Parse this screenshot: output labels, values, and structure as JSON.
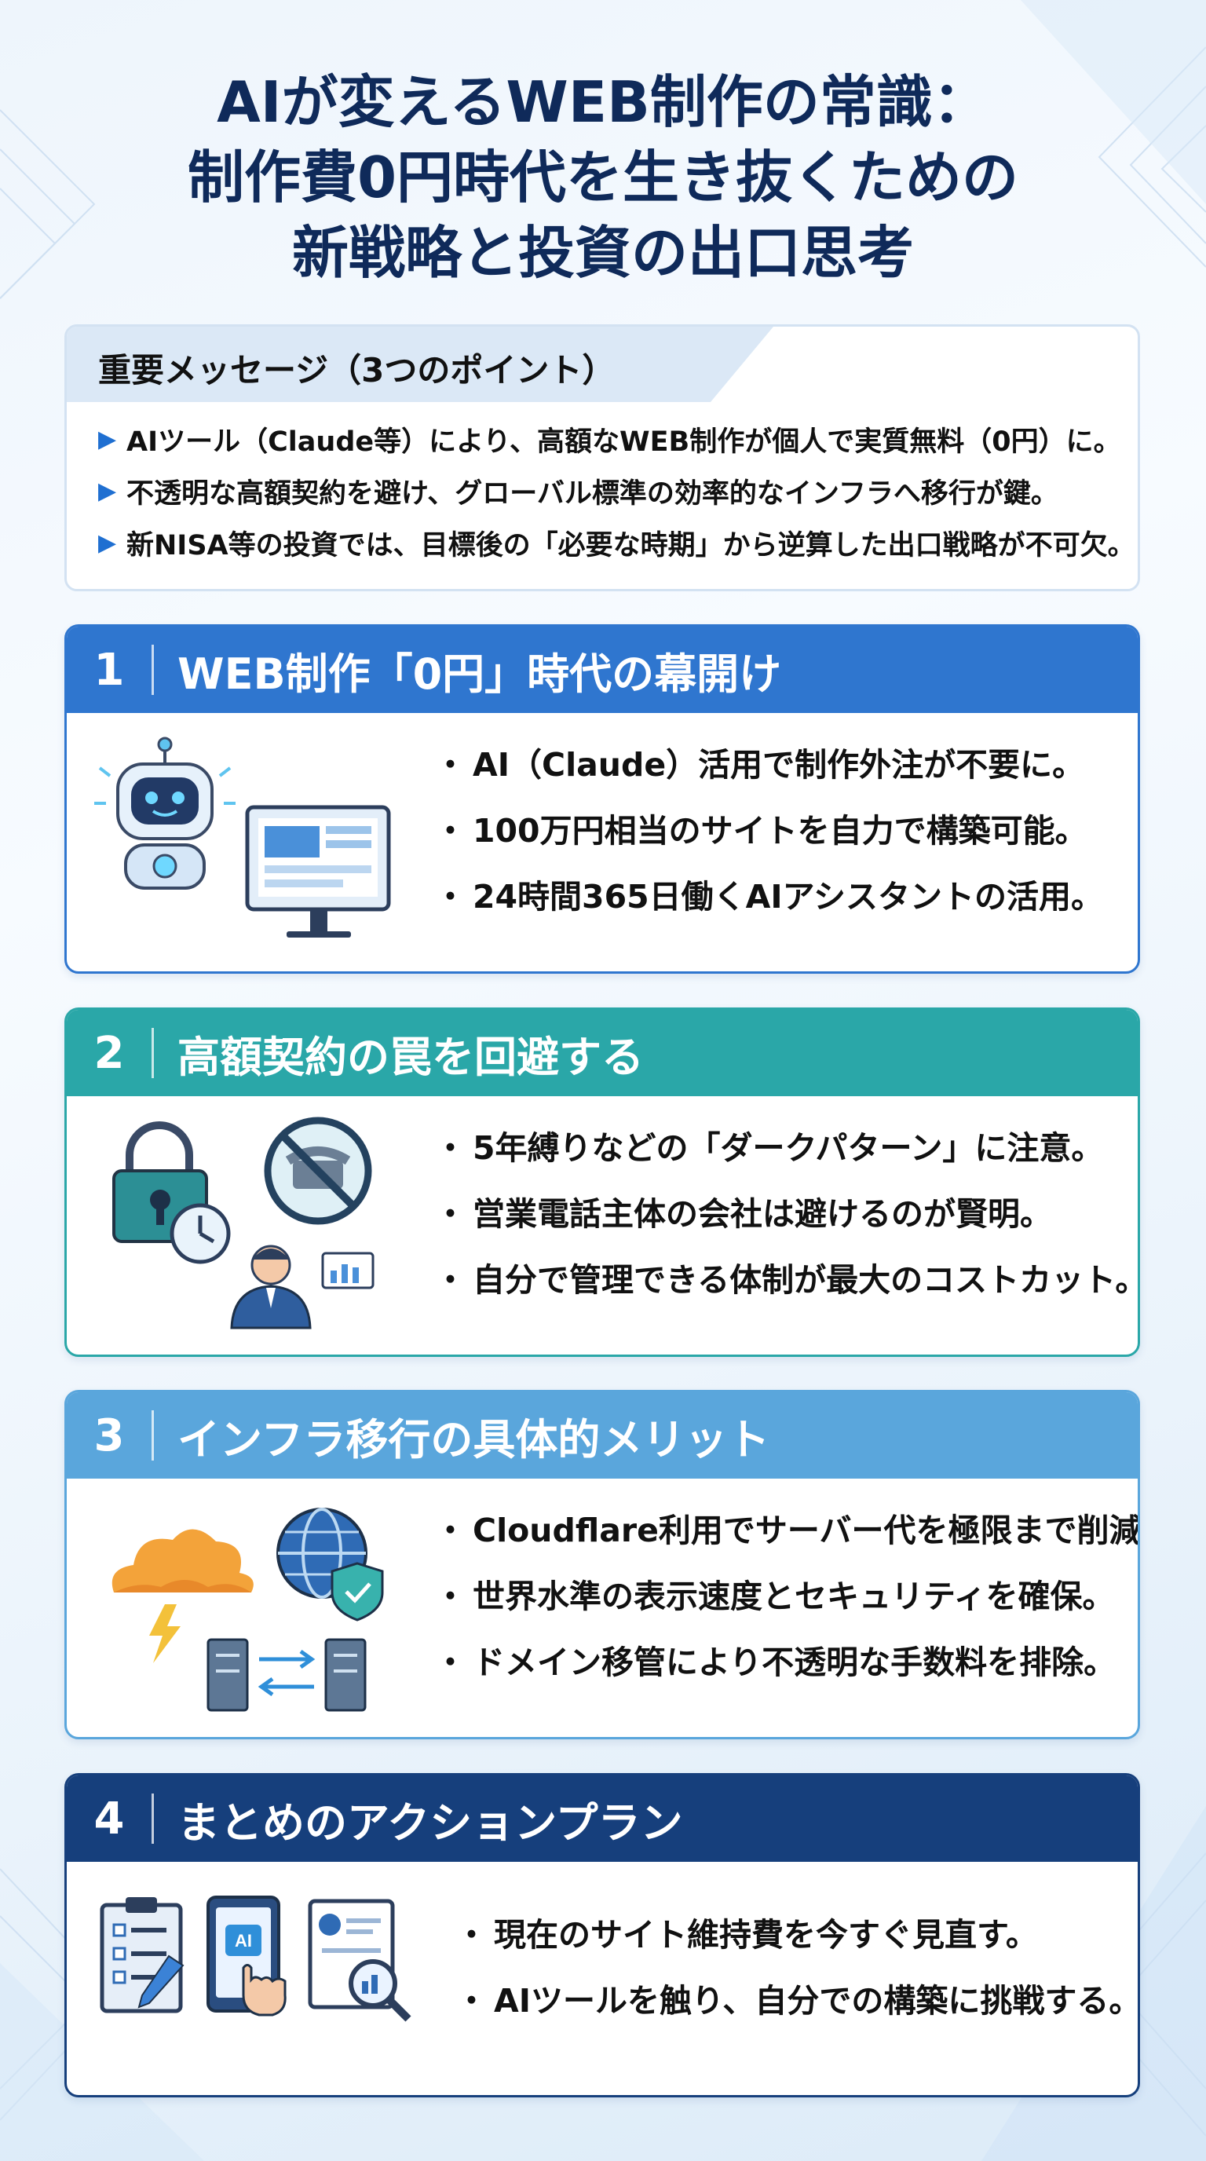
{
  "title": {
    "line1": "AIが変えるWEB制作の常識：",
    "line2": "制作費0円時代を生き抜くための",
    "line3": "新戦略と投資の出口思考"
  },
  "key_message": {
    "heading": "重要メッセージ（3つのポイント）",
    "items": [
      "AIツール（Claude等）により、高額なWEB制作が個人で実質無料（0円）に。",
      "不透明な高額契約を避け、グローバル標準の効率的なインフラへ移行が鍵。",
      "新NISA等の投資では、目標後の「必要な時期」から逆算した出口戦略が不可欠。"
    ]
  },
  "sections": [
    {
      "number": "1",
      "title": "WEB制作「0円」時代の幕開け",
      "color": "#2f76cf",
      "icons": [
        "robot-icon",
        "monitor-icon"
      ],
      "bullets": [
        "AI（Claude）活用で制作外注が不要に。",
        "100万円相当のサイトを自力で構築可能。",
        "24時間365日働くAIアシスタントの活用。"
      ]
    },
    {
      "number": "2",
      "title": "高額契約の罠を回避する",
      "color": "#2aa7a8",
      "icons": [
        "lock-icon",
        "clock-icon",
        "no-phone-icon",
        "businessman-icon"
      ],
      "bullets": [
        "5年縛りなどの「ダークパターン」に注意。",
        "営業電話主体の会社は避けるのが賢明。",
        "自分で管理できる体制が最大のコストカット。"
      ]
    },
    {
      "number": "3",
      "title": "インフラ移行の具体的メリット",
      "color": "#5aa6dc",
      "icons": [
        "cloud-icon",
        "globe-shield-icon",
        "server-transfer-icon"
      ],
      "bullets": [
        "Cloudflare利用でサーバー代を極限まで削減。",
        "世界水準の表示速度とセキュリティを確保。",
        "ドメイン移管により不透明な手数料を排除。"
      ]
    },
    {
      "number": "4",
      "title": "まとめのアクションプラン",
      "color": "#163f7c",
      "icons": [
        "checklist-icon",
        "ai-tablet-icon",
        "report-search-icon"
      ],
      "bullets": [
        "現在のサイト維持費を今すぐ見直す。",
        "AIツールを触り、自分での構築に挑戦する。"
      ]
    }
  ]
}
